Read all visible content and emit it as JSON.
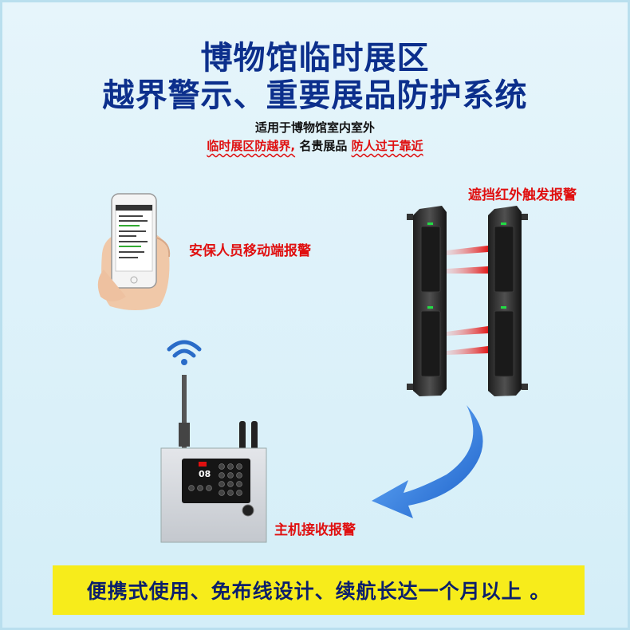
{
  "title": {
    "line1": "博物馆临时展区",
    "line2": "越界警示、重要展品防护系统"
  },
  "subtitle": {
    "line1": "适用于博物馆室内室外",
    "line2_part1": "临时展区防越界,",
    "line2_part2": "名贵展品",
    "line2_part3": "防人过于靠近"
  },
  "labels": {
    "mobile_alarm": "安保人员移动端报警",
    "ir_alarm": "遮挡红外触发报警",
    "host_alarm": "主机接收报警"
  },
  "panel": {
    "display_value": "08"
  },
  "banner": {
    "text": "便携式使用、免布线设计、续航长达一个月以上 。"
  },
  "colors": {
    "title": "#0c2f8c",
    "accent_red": "#e01010",
    "banner_bg": "#f7ec1b",
    "arrow": "#2a7de0"
  }
}
